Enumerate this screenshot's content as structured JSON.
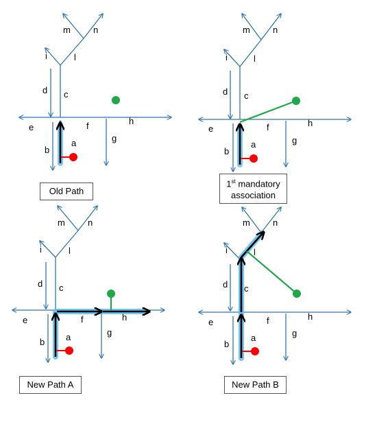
{
  "panels": [
    {
      "caption": "Old Path",
      "labels": {
        "m": "m",
        "n": "n",
        "i": "i",
        "l": "l",
        "d": "d",
        "c": "c",
        "e": "e",
        "f": "f",
        "h": "h",
        "b": "b",
        "a": "a",
        "g": "g"
      }
    },
    {
      "caption_prefix": "1",
      "caption_sup": "st",
      "caption_line1_rest": " mandatory",
      "caption_line2": "association",
      "labels": {
        "m": "m",
        "n": "n",
        "i": "i",
        "l": "l",
        "d": "d",
        "c": "c",
        "e": "e",
        "f": "f",
        "h": "h",
        "b": "b",
        "a": "a",
        "g": "g"
      }
    },
    {
      "caption": "New Path A",
      "labels": {
        "m": "m",
        "n": "n",
        "i": "i",
        "l": "l",
        "d": "d",
        "c": "c",
        "e": "e",
        "f": "f",
        "h": "h",
        "b": "b",
        "a": "a",
        "g": "g"
      }
    },
    {
      "caption": "New Path B",
      "labels": {
        "m": "m",
        "n": "n",
        "i": "i",
        "l": "l",
        "d": "d",
        "c": "c",
        "e": "e",
        "f": "f",
        "h": "h",
        "b": "b",
        "a": "a",
        "g": "g"
      }
    }
  ],
  "colors": {
    "road": "#2E75B6",
    "path": "#000000",
    "glow": "#5BC0F0",
    "gps_start": "#FF0000",
    "gps_point": "#1FA84A"
  }
}
